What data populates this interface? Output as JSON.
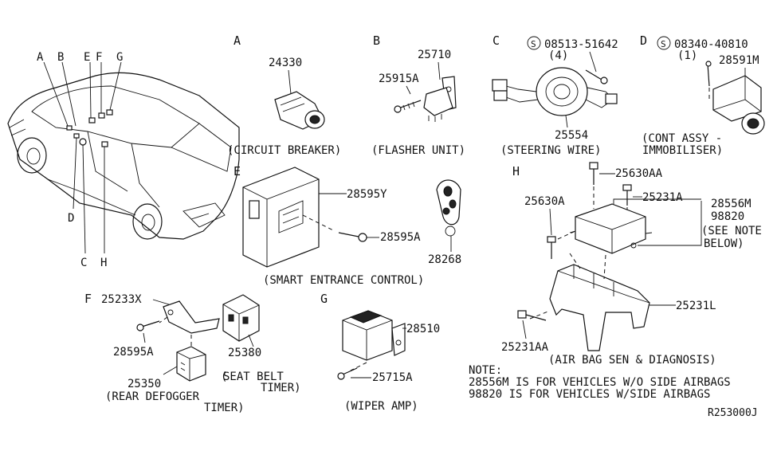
{
  "car_locators": [
    "A",
    "B",
    "E",
    "F",
    "G",
    "D",
    "C",
    "H"
  ],
  "sections": {
    "A": {
      "letter": "A",
      "part": "24330",
      "caption": "(CIRCUIT BREAKER)"
    },
    "B": {
      "letter": "B",
      "parts": [
        "25710",
        "25915A"
      ],
      "caption": "(FLASHER UNIT)"
    },
    "C": {
      "letter": "C",
      "screw_spec": "08513-51642",
      "screw_qty": "(4)",
      "part": "25554",
      "caption": "(STEERING WIRE)"
    },
    "D": {
      "letter": "D",
      "screw_spec": "08340-40810",
      "screw_qty": "(1)",
      "part": "28591M",
      "caption_line1": "(CONT ASSY -",
      "caption_line2": "IMMOBILISER)"
    },
    "E": {
      "letter": "E",
      "parts": [
        "28595Y",
        "28595A",
        "28268"
      ],
      "caption": "(SMART ENTRANCE CONTROL)"
    },
    "F": {
      "letter": "F",
      "parts": [
        "25233X",
        "28595A",
        "25380",
        "25350"
      ],
      "caption_seat_line1": "SEAT BELT",
      "caption_seat_line2": "TIMER)",
      "caption_rear_line1": "(REAR DEFOGGER",
      "caption_rear_line2": "TIMER)"
    },
    "G": {
      "letter": "G",
      "parts": [
        "28510",
        "25715A"
      ],
      "caption": "(WIPER AMP)"
    },
    "H": {
      "letter": "H",
      "parts": [
        "25630AA",
        "25630A",
        "25231A",
        "28556M",
        "98820",
        "25231L",
        "25231AA"
      ],
      "see_note_line1": "(SEE NOTE",
      "see_note_line2": "BELOW)",
      "caption": "(AIR BAG SEN & DIAGNOSIS)"
    }
  },
  "note": {
    "title": "NOTE:",
    "line1": "28556M IS FOR VEHICLES W/O SIDE AIRBAGS",
    "line2": "98820 IS FOR VEHICLES W/SIDE AIRBAGS"
  },
  "diagram_code": "R253000J",
  "symbol": "S"
}
